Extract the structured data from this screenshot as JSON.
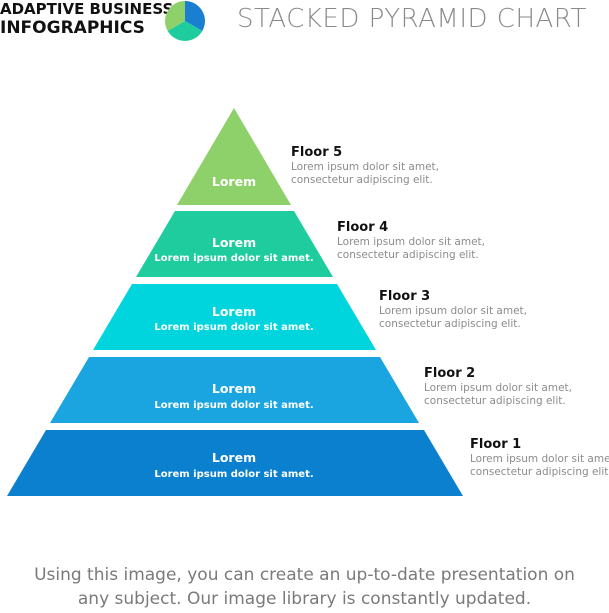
{
  "brand": {
    "line1": "ADAPTIVE BUSINESS",
    "line2": "INFOGRAPHICS"
  },
  "title": "STACKED PYRAMID CHART",
  "levels": [
    {
      "label": "Lorem",
      "sublabel": "",
      "heading": "Floor 5",
      "desc1": "Lorem ipsum dolor sit amet,",
      "desc2": "consectetur adipiscing elit.",
      "color": "#8ed06a"
    },
    {
      "label": "Lorem",
      "sublabel": "Lorem ipsum dolor sit amet.",
      "heading": "Floor 4",
      "desc1": "Lorem ipsum dolor sit amet,",
      "desc2": "consectetur adipiscing elit.",
      "color": "#1fcc9e"
    },
    {
      "label": "Lorem",
      "sublabel": "Lorem ipsum dolor sit amet.",
      "heading": "Floor 3",
      "desc1": "Lorem ipsum dolor sit amet,",
      "desc2": "consectetur adipiscing elit.",
      "color": "#00d5de"
    },
    {
      "label": "Lorem",
      "sublabel": "Lorem ipsum dolor sit amet.",
      "heading": "Floor 2",
      "desc1": "Lorem ipsum dolor sit amet,",
      "desc2": "consectetur adipiscing elit.",
      "color": "#1aa5e0"
    },
    {
      "label": "Lorem",
      "sublabel": "Lorem ipsum dolor sit amet.",
      "heading": "Floor 1",
      "desc1": "Lorem ipsum dolor sit amet,",
      "desc2": "consectetur adipiscing elit.",
      "color": "#0a80cf"
    }
  ],
  "footer": {
    "line1": "Using this image, you can create an up-to-date presentation on",
    "line2": "any subject. Our image library is constantly updated."
  },
  "logo": {
    "icon": "pie-cube-icon",
    "colors": [
      "#1a7fd1",
      "#8ed06a",
      "#1fcc9e"
    ]
  }
}
